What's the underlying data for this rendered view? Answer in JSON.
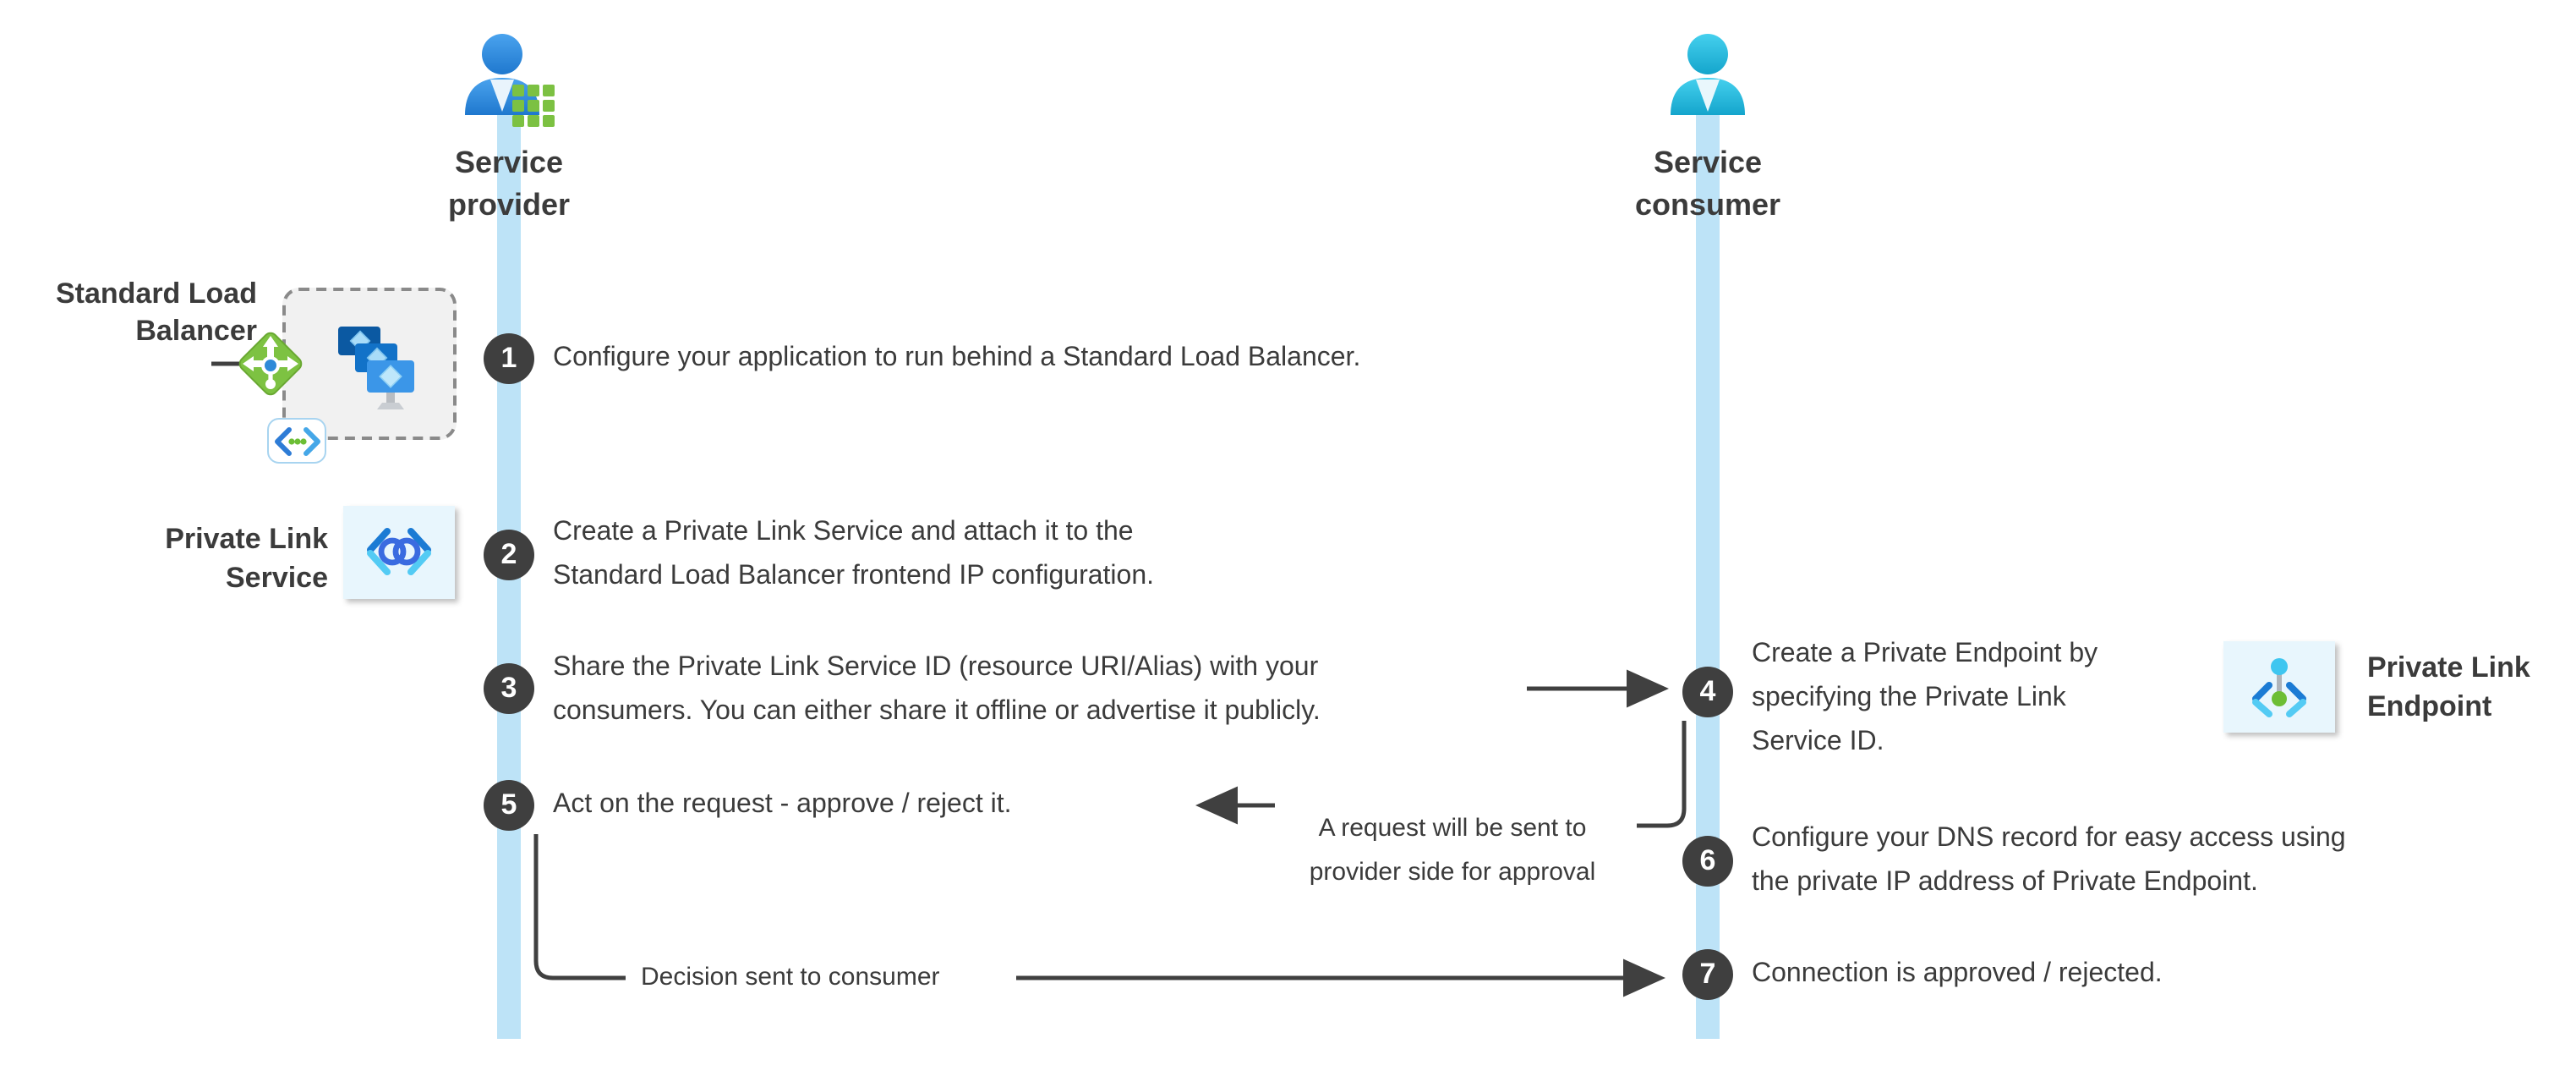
{
  "actors": {
    "provider": {
      "lines": [
        "Service",
        "provider"
      ]
    },
    "consumer": {
      "lines": [
        "Service",
        "consumer"
      ]
    }
  },
  "steps": {
    "s1": {
      "num": "1",
      "lines": [
        "Configure your application to run behind a Standard Load Balancer."
      ]
    },
    "s2": {
      "num": "2",
      "lines": [
        "Create a Private Link Service and attach it to the",
        "Standard Load Balancer frontend IP configuration."
      ]
    },
    "s3": {
      "num": "3",
      "lines": [
        "Share the Private Link Service ID (resource URI/Alias) with your",
        "consumers. You can either share it offline or advertise it publicly."
      ]
    },
    "s4": {
      "num": "4",
      "lines": [
        "Create a Private Endpoint by",
        "specifying the Private Link",
        "Service ID."
      ]
    },
    "s5": {
      "num": "5",
      "lines": [
        "Act on the request - approve / reject it."
      ]
    },
    "s6": {
      "num": "6",
      "lines": [
        "Configure your DNS record for easy access using",
        "the private IP address of Private Endpoint."
      ]
    },
    "s7": {
      "num": "7",
      "lines": [
        "Connection is approved / rejected."
      ]
    }
  },
  "annotations": {
    "slb": {
      "lines": [
        "Standard Load",
        "Balancer"
      ]
    },
    "pls": {
      "lines": [
        "Private Link",
        "Service"
      ]
    },
    "ple": {
      "lines": [
        "Private Link",
        "Endpoint"
      ]
    },
    "request_note": {
      "lines": [
        "A request will be sent to",
        "provider side for approval"
      ]
    },
    "decision_note": "Decision sent to consumer"
  },
  "icons": {
    "provider_person": "person-icon",
    "provider_grid": "app-grid-icon",
    "consumer_person": "person-icon",
    "load_balancer": "load-balancer-diamond-icon",
    "vm_scale_set": "virtual-machines-icon",
    "virtual_network": "virtual-network-icon",
    "private_link_service": "private-link-service-icon",
    "private_link_endpoint": "private-link-endpoint-icon"
  },
  "colors": {
    "lifeline": "#BDE3F7",
    "step_circle": "#3F3F3F",
    "text": "#3B3B3B",
    "arrow": "#404040",
    "provider_person": "#2F8FE0",
    "consumer_person": "#27BFE2",
    "grid_green": "#7CC142",
    "diamond_green": "#7DC242",
    "icon_tile_bg": "#E8F6FD",
    "monitor_blues": [
      "#0B59A2",
      "#1272C8",
      "#3B96E8"
    ]
  }
}
